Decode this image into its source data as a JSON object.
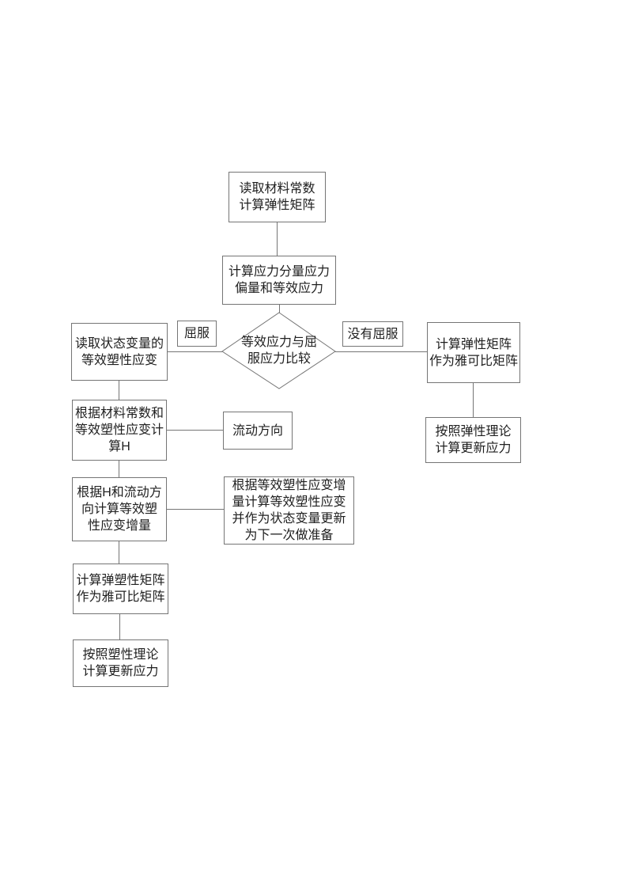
{
  "page": {
    "background_color": "#ffffff",
    "line_color": "#757575",
    "text_color": "#1f1f1f"
  },
  "nodes": {
    "read_material_constants": {
      "label": "读取材料常数\n计算弹性矩阵"
    },
    "compute_stress_components": {
      "label": "计算应力分量应力\n偏量和等效应力"
    },
    "compare_decision": {
      "label": "等效应力与屈\n服应力比较"
    },
    "yield_label": {
      "label": "屈服"
    },
    "no_yield_label": {
      "label": "没有屈服"
    },
    "read_state_variables": {
      "label": "读取状态变量的\n等效塑性应变"
    },
    "elastic_jacobian": {
      "label": "计算弹性矩阵\n作为雅可比矩阵"
    },
    "elastic_stress_update": {
      "label": "按照弹性理论\n计算更新应力"
    },
    "compute_h": {
      "label": "根据材料常数和\n等效塑性应变计\n算H"
    },
    "flow_direction": {
      "label": "流动方向"
    },
    "plastic_strain_increment": {
      "label": "根据H和流动方\n向计算等效塑\n性应变增量"
    },
    "update_state_variable": {
      "label": "根据等效塑性应变增\n量计算等效塑性应变\n并作为状态变量更新\n为下一次做准备"
    },
    "elastoplastic_jacobian": {
      "label": "计算弹塑性矩阵\n作为雅可比矩阵"
    },
    "plastic_stress_update": {
      "label": "按照塑性理论\n计算更新应力"
    }
  }
}
